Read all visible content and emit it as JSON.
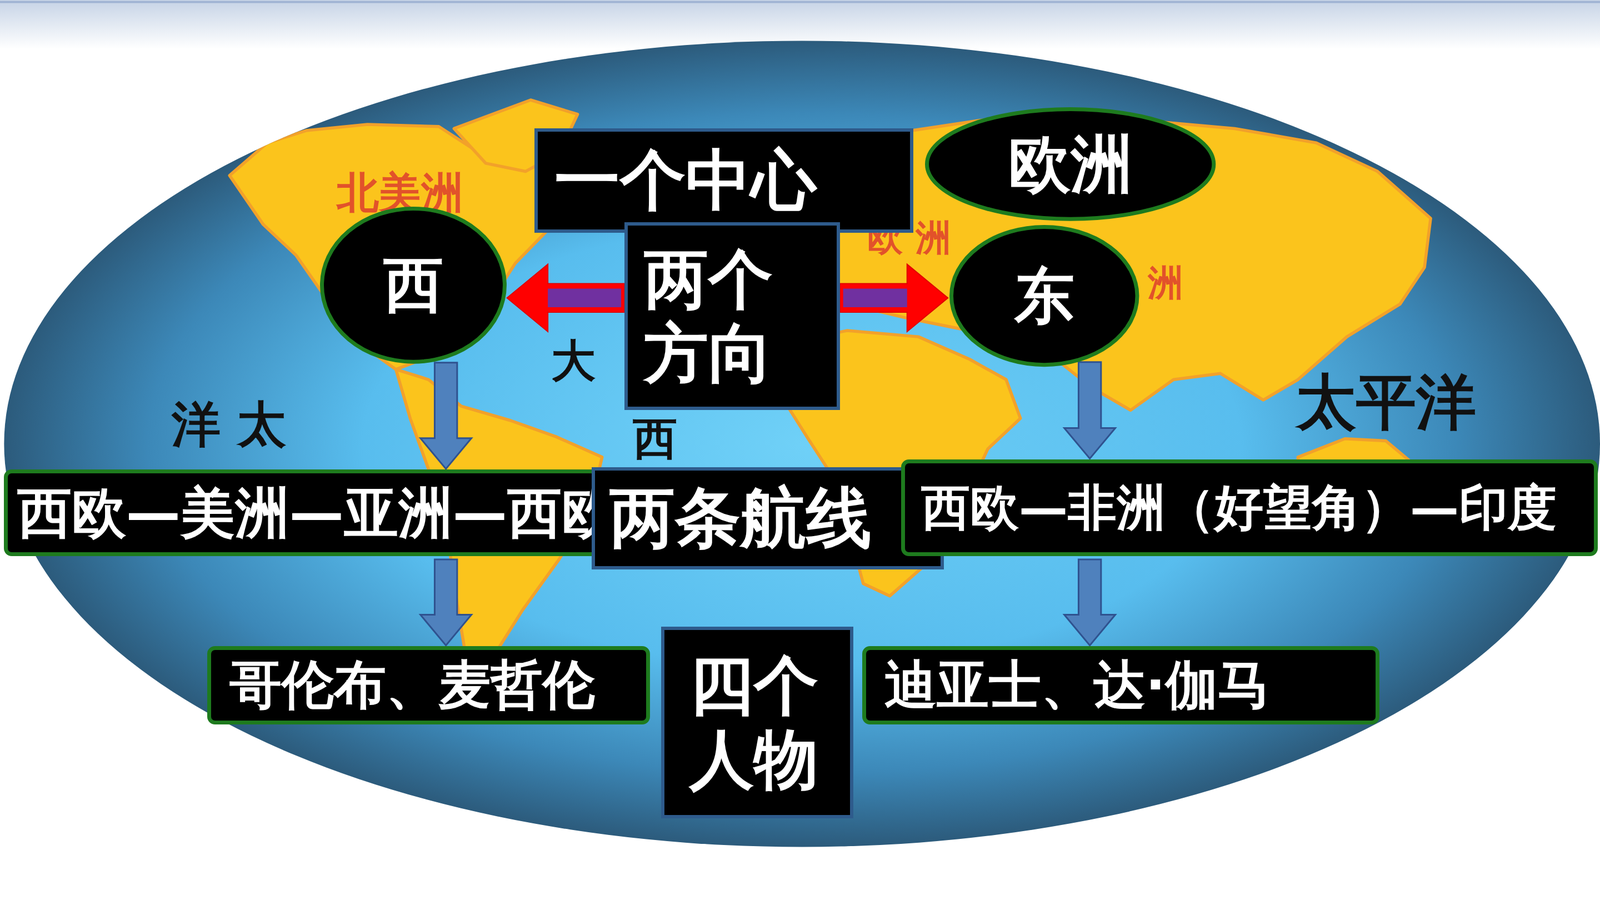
{
  "diagram": {
    "nodes": [
      {
        "text": [
          "一个中心"
        ]
      },
      {
        "text": [
          "欧洲"
        ]
      },
      {
        "text": [
          "西"
        ]
      },
      {
        "text": [
          "两个方向"
        ]
      },
      {
        "text": [
          "东"
        ]
      },
      {
        "text": [
          "西欧—美洲—亚洲—西欧"
        ]
      },
      {
        "text": [
          "两条航线"
        ]
      },
      {
        "text": [
          "西欧—非洲（好望角）—印度"
        ]
      },
      {
        "text": [
          "哥伦布、麦哲伦"
        ]
      },
      {
        "text": [
          "四个人物"
        ]
      },
      {
        "text": [
          "迪亚士、达·伽马"
        ]
      }
    ],
    "edges": [
      {
        "from": 3,
        "to": 2,
        "arrow": "to"
      },
      {
        "from": 3,
        "to": 4,
        "arrow": "to"
      },
      {
        "from": 2,
        "to": 5,
        "arrow": "to"
      },
      {
        "from": 5,
        "to": 8,
        "arrow": "to"
      },
      {
        "from": 4,
        "to": 7,
        "arrow": "to"
      },
      {
        "from": 7,
        "to": 10,
        "arrow": "to"
      }
    ],
    "labels": [
      "北美洲",
      "欧 洲",
      "洲",
      "大",
      "西",
      "洋 太",
      "太平洋"
    ]
  }
}
